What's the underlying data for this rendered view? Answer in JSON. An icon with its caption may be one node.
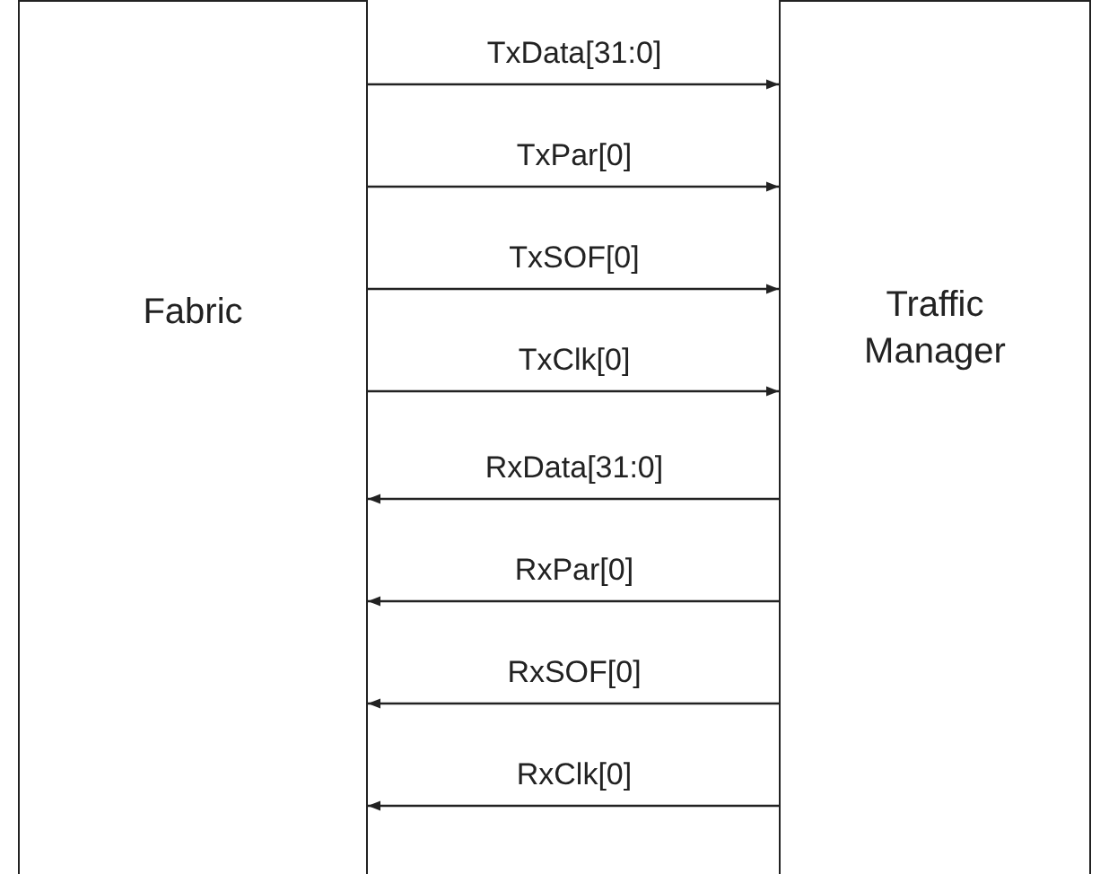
{
  "diagram": {
    "nodes": [
      {
        "text": [
          "Fabric"
        ]
      },
      {
        "text": [
          "Traffic Manager"
        ]
      }
    ],
    "edges": [
      {
        "from": 0,
        "to": 1,
        "arrow": "to",
        "label": "TxData[31:0]"
      },
      {
        "from": 0,
        "to": 1,
        "arrow": "to",
        "label": "TxPar[0]"
      },
      {
        "from": 0,
        "to": 1,
        "arrow": "to",
        "label": "TxSOF[0]"
      },
      {
        "from": 0,
        "to": 1,
        "arrow": "to",
        "label": "TxClk[0]"
      },
      {
        "from": 1,
        "to": 0,
        "arrow": "to",
        "label": "RxData[31:0]"
      },
      {
        "from": 1,
        "to": 0,
        "arrow": "to",
        "label": "RxPar[0]"
      },
      {
        "from": 1,
        "to": 0,
        "arrow": "to",
        "label": "RxSOF[0]"
      },
      {
        "from": 1,
        "to": 0,
        "arrow": "to",
        "label": "RxClk[0]"
      }
    ]
  }
}
